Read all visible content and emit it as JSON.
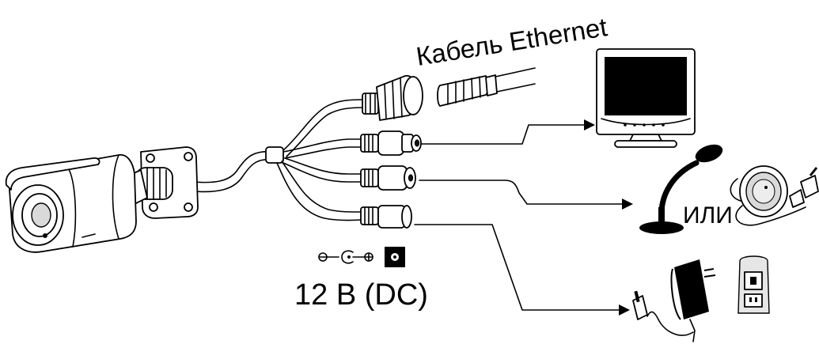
{
  "labels": {
    "ethernet_cable": "Кабель Ethernet",
    "or": "ИЛИ",
    "power": "12 В (DC)"
  },
  "icons": {
    "camera": "bullet-camera-icon",
    "monitor": "monitor-icon",
    "microphone": "microphone-icon",
    "pickup": "pickup-microphone-icon",
    "adapter": "power-adapter-icon",
    "polarity": "dc-polarity-icon"
  }
}
